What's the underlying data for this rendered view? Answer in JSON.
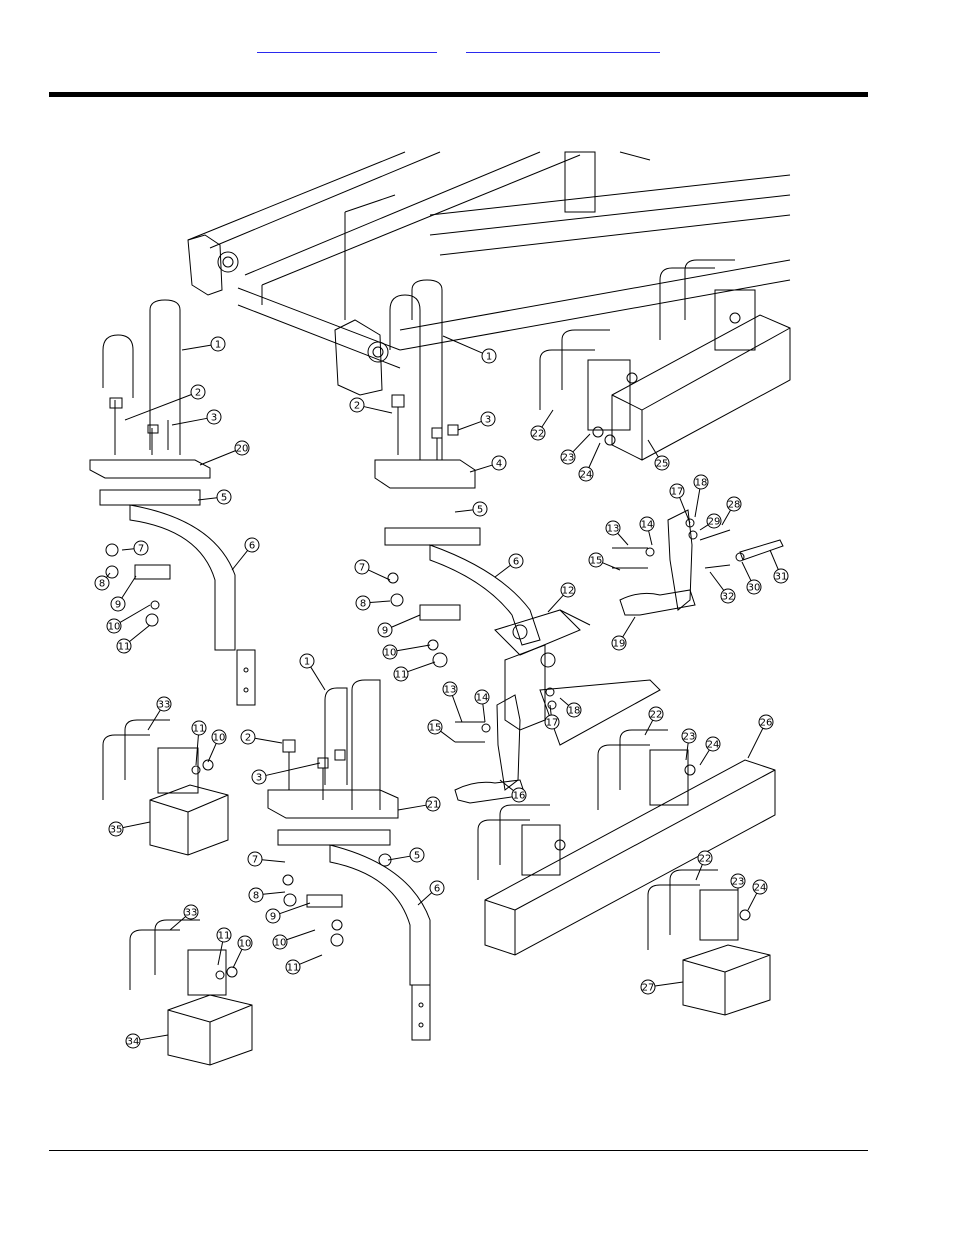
{
  "header": {
    "links": [
      "",
      ""
    ]
  },
  "callouts": {
    "c1a": "1",
    "c2a": "2",
    "c3a": "3",
    "c20": "20",
    "c5a": "5",
    "c6a": "6",
    "c7a": "7",
    "c8a": "8",
    "c9a": "9",
    "c10a": "10",
    "c11a": "11",
    "c1b": "1",
    "c2b": "2",
    "c3b": "3",
    "c4": "4",
    "c5b": "5",
    "c6b": "6",
    "c7b": "7",
    "c8b": "8",
    "c9b": "9",
    "c10b": "10",
    "c11b": "11",
    "c12": "12",
    "c22a": "22",
    "c23a": "23",
    "c24a": "24",
    "c25": "25",
    "c13a": "13",
    "c14a": "14",
    "c15a": "15",
    "c17a": "17",
    "c18a": "18",
    "c28": "28",
    "c29": "29",
    "c30": "30",
    "c31": "31",
    "c32": "32",
    "c19": "19",
    "c13b": "13",
    "c14b": "14",
    "c15b": "15",
    "c16": "16",
    "c17b": "17",
    "c18b": "18",
    "c33a": "33",
    "c11c": "11",
    "c10c": "10",
    "c35": "35",
    "c1c": "1",
    "c2c": "2",
    "c3c": "3",
    "c21": "21",
    "c5c": "5",
    "c7c": "7",
    "c8c": "8",
    "c9c": "9",
    "c10d": "10",
    "c11d": "11",
    "c6c": "6",
    "c22b": "22",
    "c23b": "23",
    "c24b": "24",
    "c26": "26",
    "c33b": "33",
    "c11e": "11",
    "c10e": "10",
    "c34": "34",
    "c22c": "22",
    "c23c": "23",
    "c24c": "24",
    "c27": "27"
  }
}
